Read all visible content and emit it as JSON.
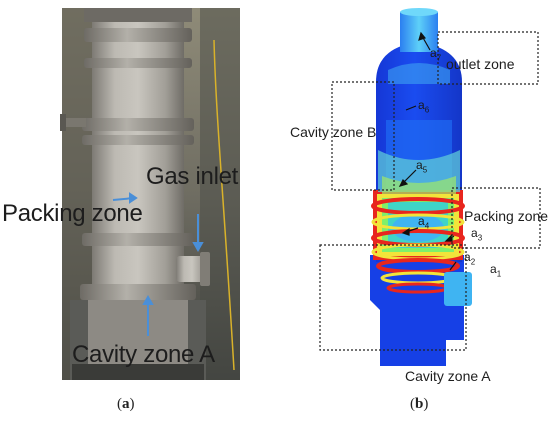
{
  "panel_a": {
    "labels": {
      "gas_inlet": "Gas inlet",
      "packing_zone": "Packing zone",
      "cavity_zone_a": "Cavity zone A"
    },
    "caption": {
      "letter": "a"
    }
  },
  "panel_b": {
    "labels": {
      "outlet_zone": "outlet zone",
      "cavity_zone_b": "Cavity zone B",
      "packing_zone": "Packing zone",
      "cavity_zone_a": "Cavity zone A"
    },
    "points": [
      {
        "base": "a",
        "sub": "1"
      },
      {
        "base": "a",
        "sub": "2"
      },
      {
        "base": "a",
        "sub": "3"
      },
      {
        "base": "a",
        "sub": "4"
      },
      {
        "base": "a",
        "sub": "5"
      },
      {
        "base": "a",
        "sub": "6"
      },
      {
        "base": "a",
        "sub": "7"
      }
    ],
    "caption": {
      "letter": "b"
    }
  },
  "colors": {
    "steel": "#a9a7a1",
    "flange": "#8e8b84",
    "arrow": "#4a8fd8",
    "contour_blue": "#1640e6",
    "contour_light": "#3fb4f2",
    "contour_green": "#7ef06a",
    "contour_yellow": "#f2e43a",
    "contour_red": "#e8261e"
  }
}
